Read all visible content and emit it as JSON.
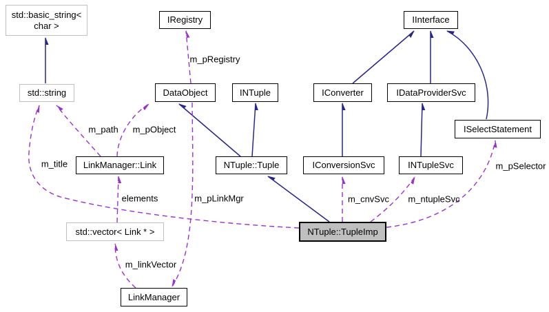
{
  "diagram": {
    "type": "uml-collaboration-diagram",
    "focus_class": "NTuple::TupleImp",
    "colors": {
      "background": "#ffffff",
      "inheritance_edge": "#26268c",
      "usage_edge": "#9a32cd",
      "node_border": "#000000",
      "external_node_border": "#c0c0c0",
      "focus_node_fill": "#bfbfbf",
      "text": "#000000"
    },
    "nodes": [
      {
        "id": "std-basic-string",
        "label": "std::basic_string<\nchar >",
        "style": "external"
      },
      {
        "id": "iregistry",
        "label": "IRegistry",
        "style": "normal"
      },
      {
        "id": "iinterface",
        "label": "IInterface",
        "style": "normal"
      },
      {
        "id": "std-string",
        "label": "std::string",
        "style": "external"
      },
      {
        "id": "dataobject",
        "label": "DataObject",
        "style": "normal"
      },
      {
        "id": "intuple",
        "label": "INTuple",
        "style": "normal"
      },
      {
        "id": "iconverter",
        "label": "IConverter",
        "style": "normal"
      },
      {
        "id": "idataprovidersvc",
        "label": "IDataProviderSvc",
        "style": "normal"
      },
      {
        "id": "iselectstatement",
        "label": "ISelectStatement",
        "style": "normal"
      },
      {
        "id": "linkmanager-link",
        "label": "LinkManager::Link",
        "style": "normal"
      },
      {
        "id": "ntuple-tuple",
        "label": "NTuple::Tuple",
        "style": "normal"
      },
      {
        "id": "iconversionsvc",
        "label": "IConversionSvc",
        "style": "normal"
      },
      {
        "id": "intuplesvc",
        "label": "INTupleSvc",
        "style": "normal"
      },
      {
        "id": "std-vector-link",
        "label": "std::vector< Link * >",
        "style": "external"
      },
      {
        "id": "ntuple-tupleimp",
        "label": "NTuple::TupleImp",
        "style": "focus"
      },
      {
        "id": "linkmanager",
        "label": "LinkManager",
        "style": "normal"
      }
    ],
    "edge_labels": [
      {
        "id": "m_pRegistry",
        "text": "m_pRegistry"
      },
      {
        "id": "m_path",
        "text": "m_path"
      },
      {
        "id": "m_pObject",
        "text": "m_pObject"
      },
      {
        "id": "m_title",
        "text": "m_title"
      },
      {
        "id": "elements",
        "text": "elements"
      },
      {
        "id": "m_pLinkMgr",
        "text": "m_pLinkMgr"
      },
      {
        "id": "m_cnvSvc",
        "text": "m_cnvSvc"
      },
      {
        "id": "m_ntupleSvc",
        "text": "m_ntupleSvc"
      },
      {
        "id": "m_pSelector",
        "text": "m_pSelector"
      },
      {
        "id": "m_linkVector",
        "text": "m_linkVector"
      }
    ],
    "edges": {
      "inheritance": [
        {
          "from": "std::string",
          "to": "std::basic_string< char >"
        },
        {
          "from": "NTuple::Tuple",
          "to": "DataObject"
        },
        {
          "from": "NTuple::Tuple",
          "to": "INTuple"
        },
        {
          "from": "IConverter",
          "to": "IInterface"
        },
        {
          "from": "IDataProviderSvc",
          "to": "IInterface"
        },
        {
          "from": "ISelectStatement",
          "to": "IInterface"
        },
        {
          "from": "IConversionSvc",
          "to": "IConverter"
        },
        {
          "from": "INTupleSvc",
          "to": "IDataProviderSvc"
        },
        {
          "from": "NTuple::TupleImp",
          "to": "NTuple::Tuple"
        }
      ],
      "usage": [
        {
          "from": "DataObject",
          "to": "IRegistry",
          "label": "m_pRegistry"
        },
        {
          "from": "LinkManager::Link",
          "to": "std::string",
          "label": "m_path"
        },
        {
          "from": "LinkManager::Link",
          "to": "DataObject",
          "label": "m_pObject"
        },
        {
          "from": "NTuple::TupleImp",
          "to": "std::string",
          "label": "m_title"
        },
        {
          "from": "std::vector< Link * >",
          "to": "LinkManager::Link",
          "label": "elements"
        },
        {
          "from": "DataObject",
          "to": "LinkManager",
          "label": "m_pLinkMgr"
        },
        {
          "from": "LinkManager",
          "to": "std::vector< Link * >",
          "label": "m_linkVector"
        },
        {
          "from": "NTuple::TupleImp",
          "to": "IConversionSvc",
          "label": "m_cnvSvc"
        },
        {
          "from": "NTuple::TupleImp",
          "to": "INTupleSvc",
          "label": "m_ntupleSvc"
        },
        {
          "from": "NTuple::TupleImp",
          "to": "ISelectStatement",
          "label": "m_pSelector"
        }
      ]
    }
  }
}
